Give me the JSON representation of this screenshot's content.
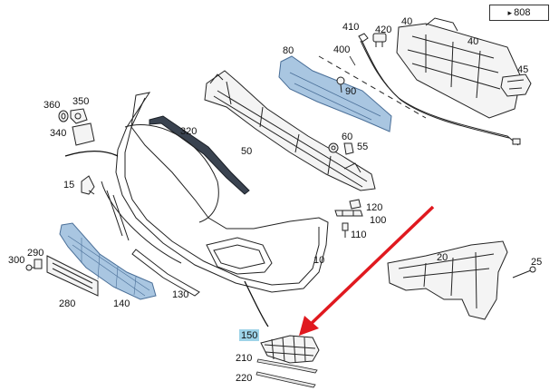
{
  "reference": {
    "arrow": "▸",
    "page": "808"
  },
  "highlight": {
    "label": "150",
    "color": "#9dd3e8"
  },
  "arrow_color": "#e0191f",
  "labels": {
    "p410": "410",
    "p420": "420",
    "p40a": "40",
    "p40b": "40",
    "p80": "80",
    "p400": "400",
    "p90": "90",
    "p45": "45",
    "p360": "360",
    "p350": "350",
    "p340": "340",
    "p320": "320",
    "p50": "50",
    "p60": "60",
    "p55": "55",
    "p15": "15",
    "p120": "120",
    "p100": "100",
    "p110": "110",
    "p290": "290",
    "p300": "300",
    "p280": "280",
    "p140": "140",
    "p130": "130",
    "p10": "10",
    "p20": "20",
    "p25": "25",
    "p210": "210",
    "p220": "220"
  }
}
